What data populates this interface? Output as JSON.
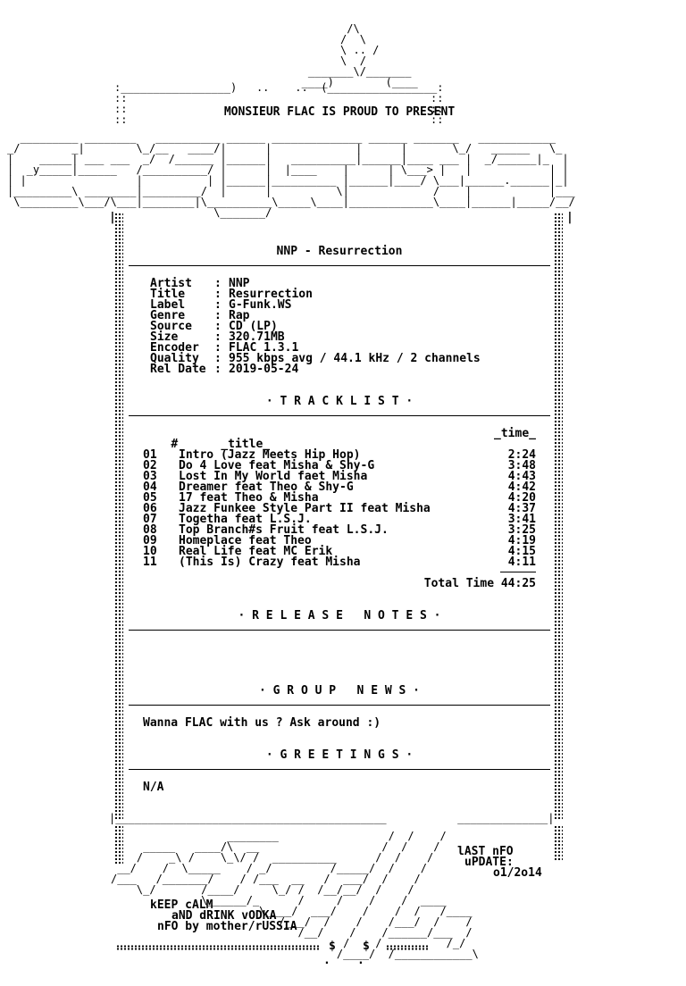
{
  "header": {
    "present": "MONSIEUR FLAC IS PROUD TO PRESENT"
  },
  "release_title": "NNP - Resurrection",
  "info": [
    {
      "key": "Artist",
      "value": "NNP"
    },
    {
      "key": "Title",
      "value": "Resurrection"
    },
    {
      "key": "Label",
      "value": "G-Funk.WS"
    },
    {
      "key": "Genre",
      "value": "Rap"
    },
    {
      "key": "Source",
      "value": "CD (LP)"
    },
    {
      "key": "Size",
      "value": "320.71MB"
    },
    {
      "key": "Encoder",
      "value": "FLAC 1.3.1"
    },
    {
      "key": "Quality",
      "value": "955 kbps avg / 44.1 kHz / 2 channels"
    },
    {
      "key": "Rel Date",
      "value": "2019-05-24"
    }
  ],
  "sections": {
    "tracklist": "· T R A C K L I S T ·",
    "release_notes": "· R E L E A S E   N O T E S ·",
    "group_news": "· G R O U P   N E W S ·",
    "greetings": "· G R E E T I N G S ·"
  },
  "tracklist_header": {
    "num": "#",
    "title": "_title_",
    "time": "_time_"
  },
  "tracks": [
    {
      "num": "01",
      "title": "Intro (Jazz Meets Hip Hop)",
      "time": "2:24"
    },
    {
      "num": "02",
      "title": "Do 4 Love feat Misha & Shy-G",
      "time": "3:48"
    },
    {
      "num": "03",
      "title": "Lost In My World faet Misha",
      "time": "4:43"
    },
    {
      "num": "04",
      "title": "Dreamer feat Theo & Shy-G",
      "time": "4:42"
    },
    {
      "num": "05",
      "title": "17 feat Theo & Misha",
      "time": "4:20"
    },
    {
      "num": "06",
      "title": "Jazz Funkee Style Part II feat Misha",
      "time": "4:37"
    },
    {
      "num": "07",
      "title": "Togetha feat L.S.J.",
      "time": "3:41"
    },
    {
      "num": "08",
      "title": "Top Branch#s Fruit feat L.S.J.",
      "time": "3:25"
    },
    {
      "num": "09",
      "title": "Homeplace feat Theo",
      "time": "4:19"
    },
    {
      "num": "10",
      "title": "Real Life feat MC Erik",
      "time": "4:15"
    },
    {
      "num": "11",
      "title": "(This Is) Crazy feat Misha",
      "time": "4:11"
    }
  ],
  "total_time": "Total Time 44:25",
  "group_news_text": "Wanna FLAC with us ? Ask around :)",
  "greetings_text": "N/A",
  "footer": {
    "last_nfo_line1": "lAST nFO",
    "last_nfo_line2": "uPDATE:",
    "last_nfo_date": "o1/2o14",
    "keep_calm_line1": "kEEP cALM",
    "keep_calm_line2": "aND dRINK vODKA",
    "nfo_by": "nFO by mother/rUSSIA"
  },
  "decor": {
    "dollar_left": "$",
    "dollar_right": "$"
  }
}
